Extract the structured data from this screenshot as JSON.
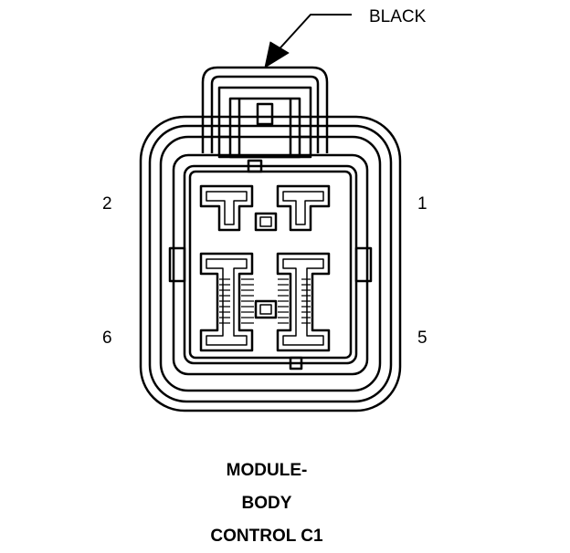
{
  "connector": {
    "color_label": "BLACK",
    "pins": {
      "p1": "1",
      "p2": "2",
      "p5": "5",
      "p6": "6"
    },
    "title_lines": [
      "MODULE-",
      "BODY",
      "CONTROL C1"
    ]
  }
}
